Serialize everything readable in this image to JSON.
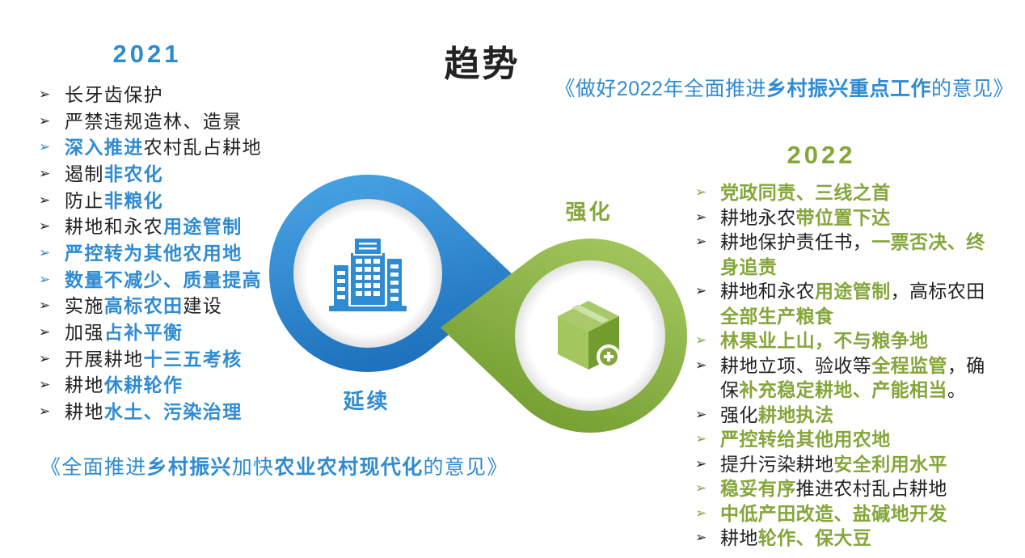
{
  "title": "趋势",
  "bullet_glyph": "➢",
  "colors": {
    "body_text": "#222222",
    "blue": "#2f8bd2",
    "green": "#84a63a",
    "blue_ring_light": "#4aa6e6",
    "blue_ring_dark": "#1f72bd",
    "green_ring_light": "#a3c75e",
    "green_ring_dark": "#6f9a2c"
  },
  "left": {
    "year": "2021",
    "items": [
      {
        "segments": [
          {
            "t": "长牙齿保护",
            "em": false
          }
        ]
      },
      {
        "segments": [
          {
            "t": "严禁违规造林、造景",
            "em": false
          }
        ]
      },
      {
        "segments": [
          {
            "t": "深入推进",
            "em": true
          },
          {
            "t": "农村乱占耕地",
            "em": false
          }
        ]
      },
      {
        "segments": [
          {
            "t": "遏制",
            "em": false
          },
          {
            "t": "非农化",
            "em": true
          }
        ]
      },
      {
        "segments": [
          {
            "t": "防止",
            "em": false
          },
          {
            "t": "非粮化",
            "em": true
          }
        ]
      },
      {
        "segments": [
          {
            "t": "耕地和永农",
            "em": false
          },
          {
            "t": "用途管制",
            "em": true
          }
        ]
      },
      {
        "segments": [
          {
            "t": "严控转为其他农用地",
            "em": true
          }
        ]
      },
      {
        "segments": [
          {
            "t": "数量不减少、质量提高",
            "em": true
          }
        ]
      },
      {
        "segments": [
          {
            "t": "实施",
            "em": false
          },
          {
            "t": "高标农田",
            "em": true
          },
          {
            "t": "建设",
            "em": false
          }
        ]
      },
      {
        "segments": [
          {
            "t": "加强",
            "em": false
          },
          {
            "t": "占补平衡",
            "em": true
          }
        ]
      },
      {
        "segments": [
          {
            "t": "开展耕地",
            "em": false
          },
          {
            "t": "十三五考核",
            "em": true
          }
        ]
      },
      {
        "segments": [
          {
            "t": "耕地",
            "em": false
          },
          {
            "t": "休耕轮作",
            "em": true
          }
        ]
      },
      {
        "segments": [
          {
            "t": "耕地",
            "em": false
          },
          {
            "t": "水土、污染治理",
            "em": true
          }
        ]
      }
    ]
  },
  "right": {
    "year": "2022",
    "items": [
      {
        "segments": [
          {
            "t": "党政同责、三线之首",
            "em": true
          }
        ]
      },
      {
        "segments": [
          {
            "t": "耕地永农",
            "em": false
          },
          {
            "t": "带位置下达",
            "em": true
          }
        ]
      },
      {
        "segments": [
          {
            "t": "耕地保护责任书，",
            "em": false
          },
          {
            "t": "一票否决、终身追责",
            "em": true
          }
        ]
      },
      {
        "segments": [
          {
            "t": "耕地和永农",
            "em": false
          },
          {
            "t": "用途管制",
            "em": true
          },
          {
            "t": "，高标农田",
            "em": false
          },
          {
            "t": "全部生产粮食",
            "em": true
          }
        ]
      },
      {
        "segments": [
          {
            "t": "林果业上山，不与粮争地",
            "em": true
          }
        ]
      },
      {
        "segments": [
          {
            "t": "耕地立项、验收等",
            "em": false
          },
          {
            "t": "全程监管",
            "em": true
          },
          {
            "t": "，确保",
            "em": false
          },
          {
            "t": "补充稳定耕地、产能相当",
            "em": true
          },
          {
            "t": "。",
            "em": false
          }
        ]
      },
      {
        "segments": [
          {
            "t": "强化",
            "em": false
          },
          {
            "t": "耕地执法",
            "em": true
          }
        ]
      },
      {
        "segments": [
          {
            "t": "严控转给其他用农地",
            "em": true
          }
        ]
      },
      {
        "segments": [
          {
            "t": "提升污染耕地",
            "em": false
          },
          {
            "t": "安全利用水平",
            "em": true
          }
        ]
      },
      {
        "segments": [
          {
            "t": "稳妥有序",
            "em": true
          },
          {
            "t": "推进农村乱占耕地",
            "em": false
          }
        ]
      },
      {
        "segments": [
          {
            "t": "中低产田改造、盐碱地开发",
            "em": true
          }
        ]
      },
      {
        "segments": [
          {
            "t": "耕地",
            "em": false
          },
          {
            "t": "轮作、保大豆",
            "em": true
          }
        ]
      }
    ]
  },
  "center": {
    "continue_label": "延续",
    "strengthen_label": "强化",
    "continue_icon": "building-icon",
    "strengthen_icon": "box-plus-icon"
  },
  "policies": {
    "doc_2022": [
      {
        "t": "《做好2022年全面推进",
        "em": false
      },
      {
        "t": "乡村振兴重点工作",
        "em": true
      },
      {
        "t": "的意见》",
        "em": false
      }
    ],
    "doc_2021": [
      {
        "t": "《全面推进",
        "em": false
      },
      {
        "t": "乡村振兴",
        "em": true
      },
      {
        "t": "加快",
        "em": false
      },
      {
        "t": "农业农村现代化",
        "em": true
      },
      {
        "t": "的意见》",
        "em": false
      }
    ]
  }
}
